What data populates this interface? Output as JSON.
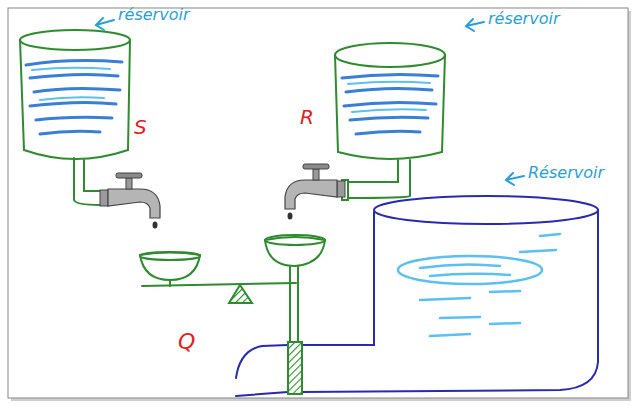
{
  "diagram": {
    "labels": [
      "réservoir",
      "S",
      "réservoir",
      "R",
      "Réservoir",
      "Q"
    ]
  }
}
